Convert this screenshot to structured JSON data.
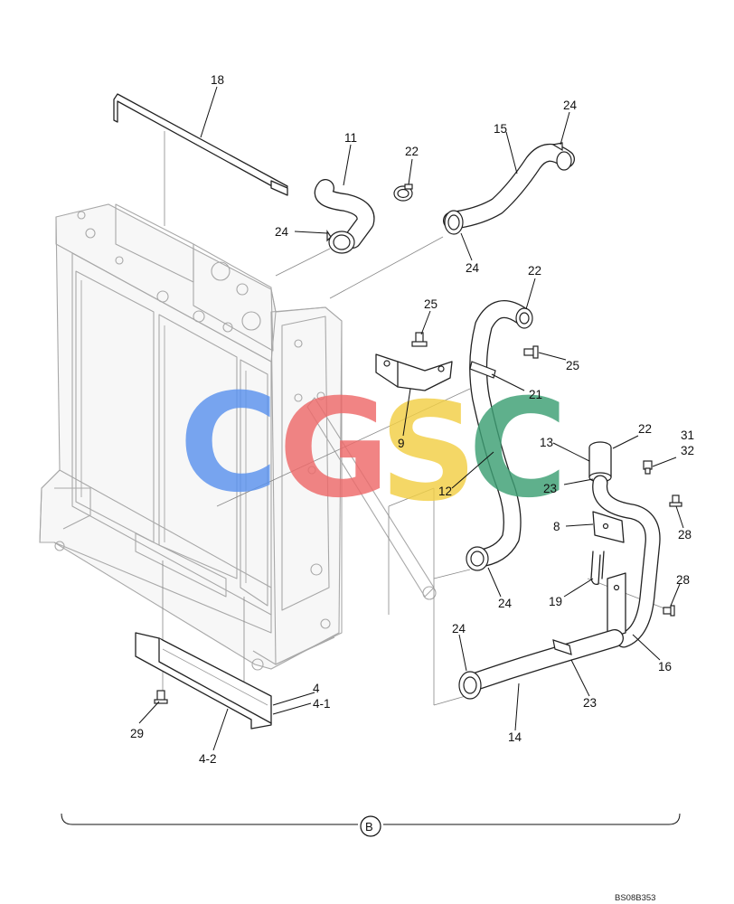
{
  "diagram": {
    "callouts": {
      "p18": "18",
      "p11": "11",
      "p22a": "22",
      "p15": "15",
      "p24a": "24",
      "p24b": "24",
      "p24c": "24",
      "p25a": "25",
      "p22b": "22",
      "p25b": "25",
      "p21": "21",
      "p9": "9",
      "p13": "13",
      "p22c": "22",
      "p31": "31",
      "p32": "32",
      "p12": "12",
      "p23a": "23",
      "p8": "8",
      "p28a": "28",
      "p24d": "24",
      "p19": "19",
      "p28b": "28",
      "p24e": "24",
      "p16": "16",
      "p4": "4",
      "p4_1": "4-1",
      "p29": "29",
      "p23b": "23",
      "p14": "14",
      "p4_2": "4-2"
    },
    "view_marker": "B",
    "drawing_number": "BS08B353"
  },
  "watermark": {
    "letters": [
      "C",
      "G",
      "S",
      "C"
    ],
    "colors": [
      "#5b93ee",
      "#ee6a6a",
      "#f2cf45",
      "#3d9f74"
    ]
  }
}
